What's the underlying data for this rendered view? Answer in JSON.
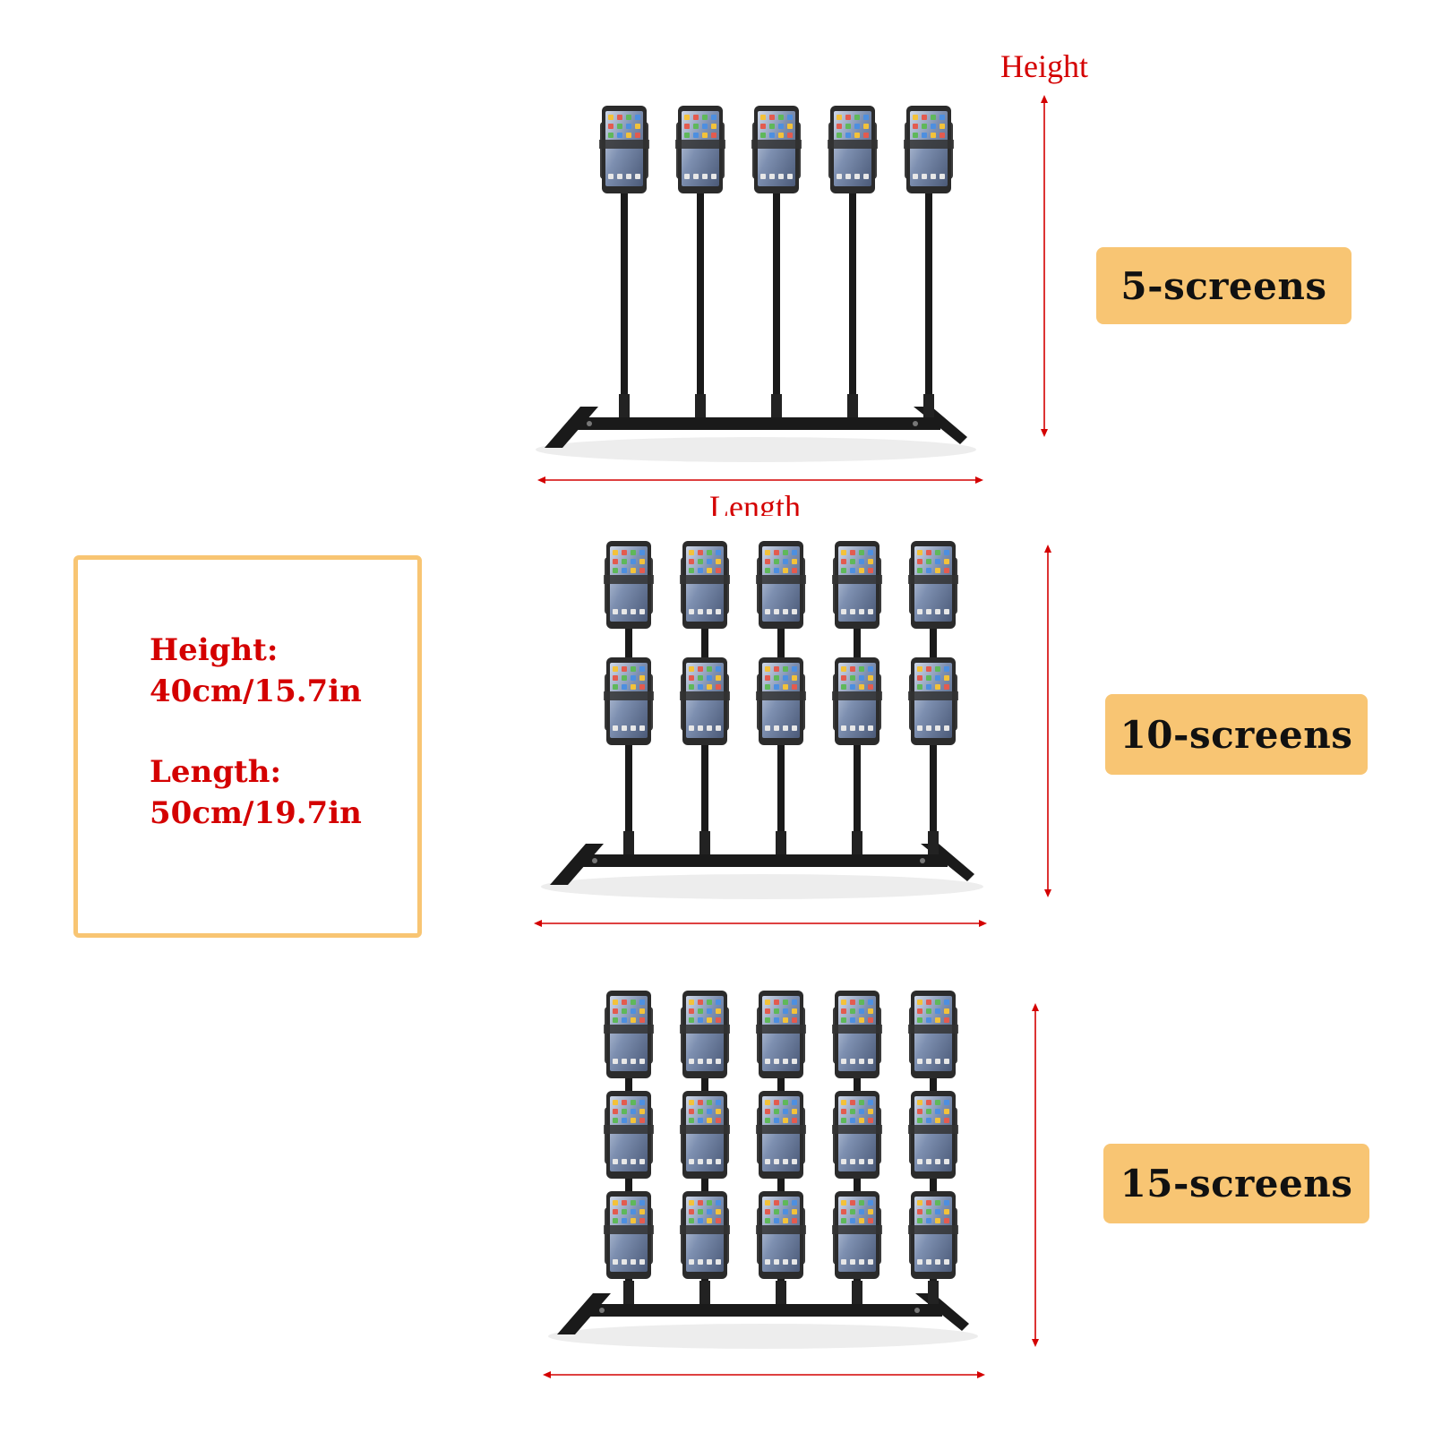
{
  "labels": {
    "height": "Height",
    "length": "Length"
  },
  "badges": {
    "five": "5-screens",
    "ten": "10-screens",
    "fifteen": "15-screens"
  },
  "specs": {
    "height_label": "Height:",
    "height_value": "40cm/15.7in",
    "length_label": "Length:",
    "length_value": "50cm/19.7in"
  },
  "colors": {
    "accent": "#f8c573",
    "dimension": "#d40000",
    "stand": "#1a1a1a"
  },
  "stands": [
    {
      "rows": 1,
      "columns": 5
    },
    {
      "rows": 2,
      "columns": 5
    },
    {
      "rows": 3,
      "columns": 5
    }
  ]
}
